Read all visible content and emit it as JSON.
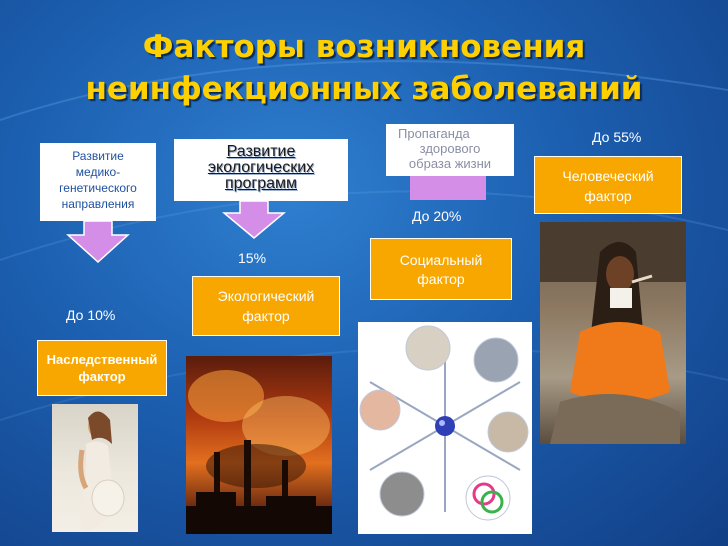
{
  "title": {
    "line1": "Факторы возникновения",
    "line2": "неинфекционных заболеваний"
  },
  "factors": {
    "heredity": {
      "box_lines": [
        "Развитие",
        "медико-",
        "генетического",
        "направления"
      ],
      "percent": "До 10%",
      "label_lines": [
        "Наследственный",
        "фактор"
      ]
    },
    "ecology": {
      "box_lines": [
        "Развитие",
        "экологических",
        "программ"
      ],
      "percent": "15%",
      "label_lines": [
        "Экологический",
        "фактор"
      ]
    },
    "social": {
      "box_lines": [
        "Пропаганда",
        "здорового",
        "образа жизни"
      ],
      "percent": "До 20%",
      "label_lines": [
        "Социальный",
        "фактор"
      ]
    },
    "human": {
      "percent": "До 55%",
      "label_lines": [
        "Человеческий",
        "фактор"
      ]
    }
  },
  "colors": {
    "title": "#ffd000",
    "orange": "#f7a700",
    "box_text": "#1f4f9f",
    "arrow": "#d58ee8"
  },
  "icons": {
    "arrow": "arrow-down-icon"
  }
}
